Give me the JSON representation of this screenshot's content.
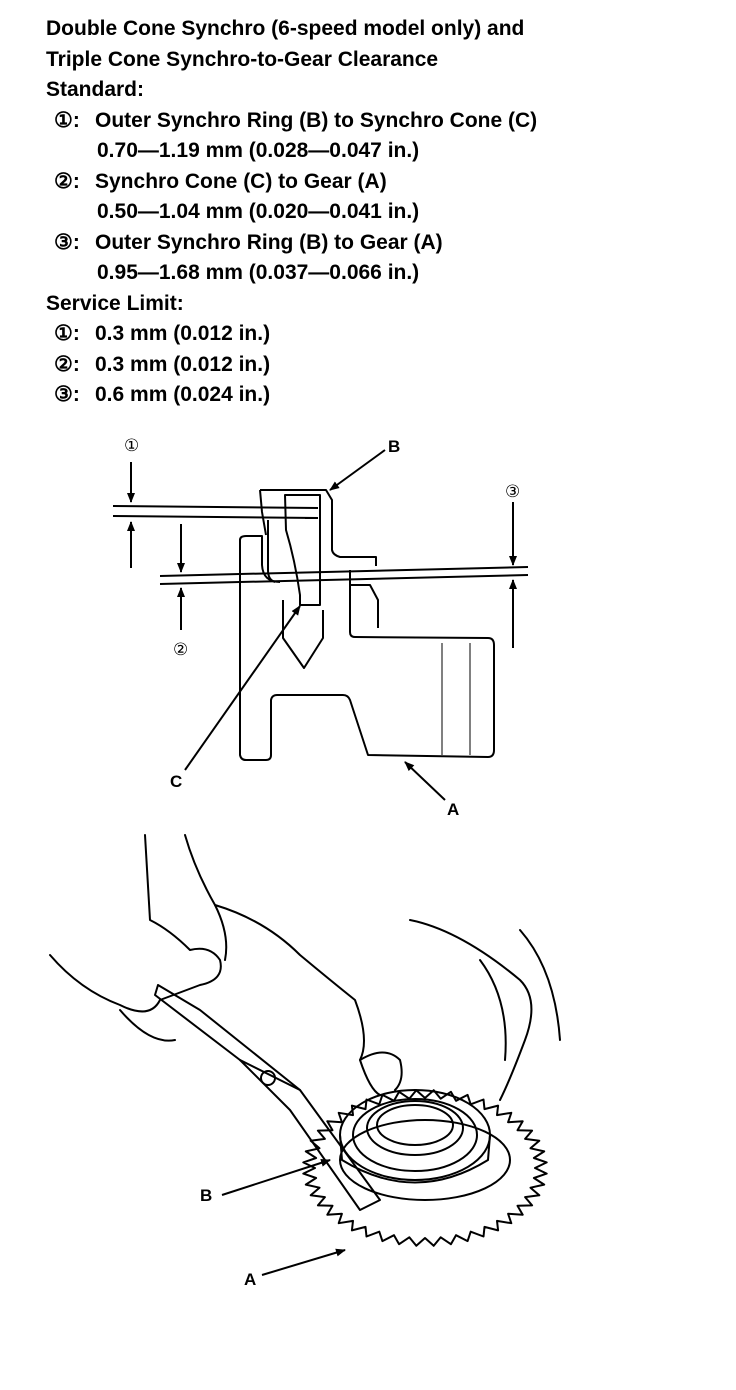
{
  "heading": {
    "line1": "Double Cone Synchro (6-speed model only) and",
    "line2": "Triple Cone Synchro-to-Gear Clearance"
  },
  "standard": {
    "label": "Standard:",
    "items": [
      {
        "num": "①:",
        "desc": "Outer Synchro Ring (B) to Synchro Cone (C)",
        "value": "0.70—1.19 mm (0.028—0.047 in.)"
      },
      {
        "num": "②:",
        "desc": "Synchro Cone (C) to Gear (A)",
        "value": "0.50—1.04 mm (0.020—0.041 in.)"
      },
      {
        "num": "③:",
        "desc": "Outer Synchro Ring (B) to Gear (A)",
        "value": "0.95—1.68 mm (0.037—0.066 in.)"
      }
    ]
  },
  "service_limit": {
    "label": "Service Limit:",
    "items": [
      {
        "num": "①:",
        "value": "0.3 mm (0.012 in.)"
      },
      {
        "num": "②:",
        "value": "0.3 mm (0.012 in.)"
      },
      {
        "num": "③:",
        "value": "0.6 mm (0.024 in.)"
      }
    ]
  },
  "diagram1": {
    "label_b": "B",
    "label_c": "C",
    "label_a": "A",
    "marker1": "①",
    "marker2": "②",
    "marker3": "③"
  },
  "diagram2": {
    "label_b": "B",
    "label_a": "A"
  }
}
